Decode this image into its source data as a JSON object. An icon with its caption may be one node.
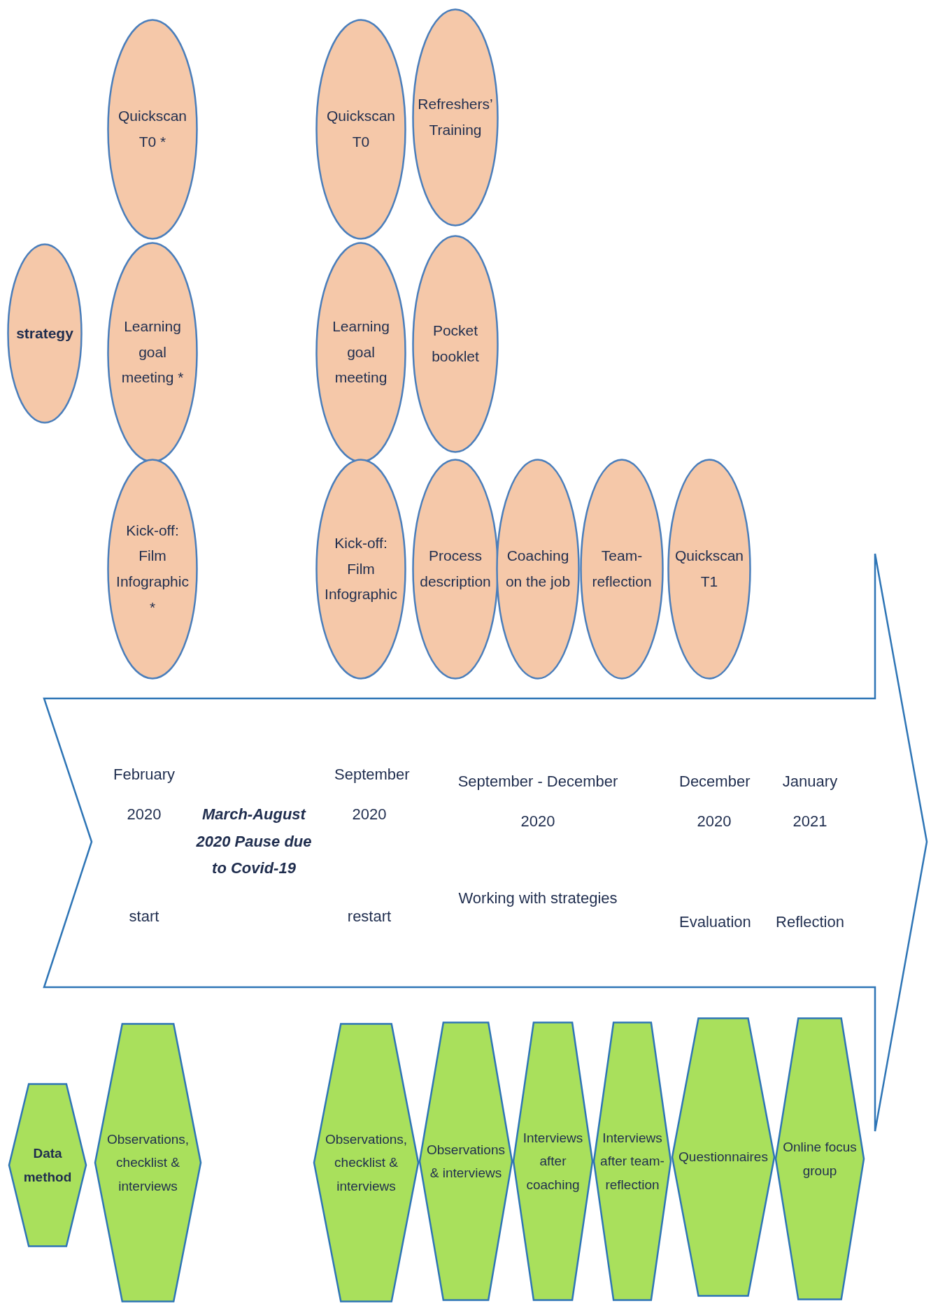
{
  "diagram": {
    "nodes": [
      {
        "text": [
          "strategy"
        ]
      },
      {
        "text": [
          "Quickscan T0 *"
        ]
      },
      {
        "text": [
          "Learning goal meeting *"
        ]
      },
      {
        "text": [
          "Kick-off: Film Infographic *"
        ]
      },
      {
        "text": [
          "Quickscan T0"
        ]
      },
      {
        "text": [
          "Refreshers’ Training"
        ]
      },
      {
        "text": [
          "Learning goal meeting"
        ]
      },
      {
        "text": [
          "Pocket booklet"
        ]
      },
      {
        "text": [
          "Kick-off: Film Infographic"
        ]
      },
      {
        "text": [
          "Process description"
        ]
      },
      {
        "text": [
          "Coaching on the job"
        ]
      },
      {
        "text": [
          "Team-reflection"
        ]
      },
      {
        "text": [
          "Quickscan T1"
        ]
      },
      {
        "text": [
          "February 2020",
          "start",
          "March-August 2020 Pause due to Covid-19",
          "September 2020",
          "restart",
          "September - December 2020",
          "Working with strategies",
          "December 2020",
          "Evaluation",
          "January 2021",
          "Reflection"
        ]
      },
      {
        "text": [
          "Data method"
        ]
      },
      {
        "text": [
          "Observations, checklist & interviews"
        ]
      },
      {
        "text": [
          "Observations, checklist & interviews"
        ]
      },
      {
        "text": [
          "Observations & interviews"
        ]
      },
      {
        "text": [
          "Interviews after coaching"
        ]
      },
      {
        "text": [
          "Interviews after team-reflection"
        ]
      },
      {
        "text": [
          "Questionnaires"
        ]
      },
      {
        "text": [
          "Online focus group"
        ]
      }
    ],
    "edges": []
  }
}
